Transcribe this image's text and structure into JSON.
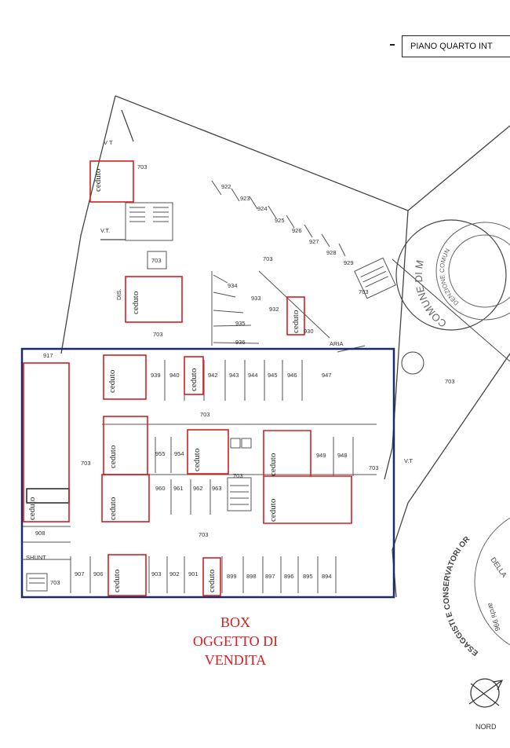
{
  "header": {
    "title": "PIANO QUARTO INT"
  },
  "labels": {
    "vt": "V T",
    "vt2": "V.T.",
    "vt3": "V.T",
    "dis": "DIS.",
    "aria": "ARIA",
    "shunt": "SHUNT",
    "common": "703",
    "sold": "ceduto",
    "nord": "NORD"
  },
  "box_numbers": [
    "922",
    "923",
    "924",
    "925",
    "926",
    "927",
    "928",
    "929",
    "934",
    "933",
    "932",
    "935",
    "936",
    "930",
    "917",
    "939",
    "940",
    "942",
    "943",
    "944",
    "945",
    "946",
    "947",
    "955",
    "954",
    "949",
    "948",
    "960",
    "961",
    "962",
    "963",
    "908",
    "907",
    "906",
    "903",
    "902",
    "901",
    "899",
    "898",
    "897",
    "896",
    "895",
    "894"
  ],
  "seal1": {
    "text": "COMUNE DI M",
    "inner": "DENZIONE COMUN"
  },
  "seal2": {
    "text": "ESAGGISTI E CONSERVATORI OR",
    "inner": "DELLA",
    "extra": "archi 996"
  },
  "caption": {
    "line1": "BOX",
    "line2": "OGGETTO DI",
    "line3": "VENDITA"
  },
  "colors": {
    "sold_outline": "#d42020",
    "selection_frame": "#1e2a66",
    "drawing": "#333333"
  }
}
